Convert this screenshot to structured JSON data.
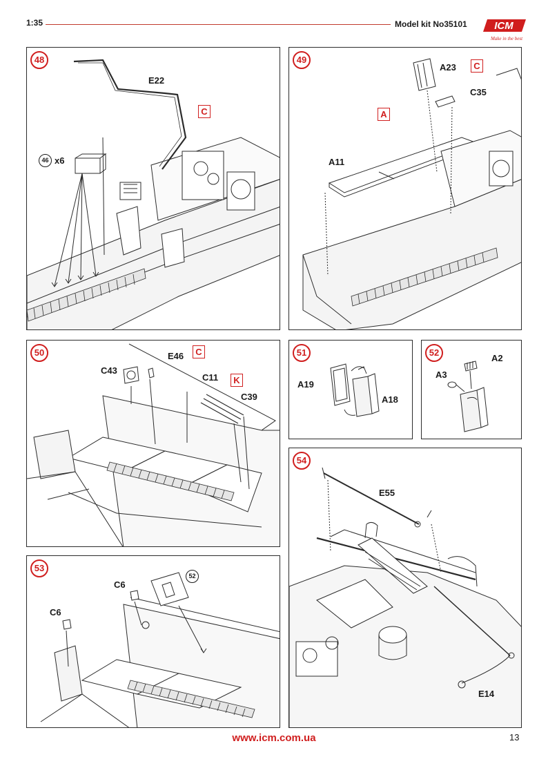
{
  "header": {
    "scale": "1:35",
    "kit_number": "Model kit No35101",
    "logo_text": "ICM",
    "logo_tagline": "Make in the best",
    "brand_color": "#d01e1e"
  },
  "steps": {
    "s48": {
      "number": "48",
      "parts": {
        "e22": "E22",
        "count": "x6",
        "ref": "46"
      },
      "paint_box": "C"
    },
    "s49": {
      "number": "49",
      "parts": {
        "a11": "A11",
        "a23": "A23",
        "c35": "C35"
      },
      "paint_box_a": "A",
      "paint_box_c": "C"
    },
    "s50": {
      "number": "50",
      "parts": {
        "c43": "C43",
        "e46": "E46",
        "c11": "C11",
        "c39": "C39"
      },
      "paint_box_c": "C",
      "paint_box_k": "K"
    },
    "s51": {
      "number": "51",
      "parts": {
        "a19": "A19",
        "a18": "A18"
      }
    },
    "s52": {
      "number": "52",
      "parts": {
        "a2": "A2",
        "a3": "A3"
      }
    },
    "s53": {
      "number": "53",
      "parts": {
        "c6_top": "C6",
        "c6_left": "C6",
        "ref": "52"
      }
    },
    "s54": {
      "number": "54",
      "parts": {
        "e55": "E55",
        "e14": "E14"
      }
    }
  },
  "footer": {
    "url": "www.icm.com.ua",
    "page_number": "13"
  }
}
